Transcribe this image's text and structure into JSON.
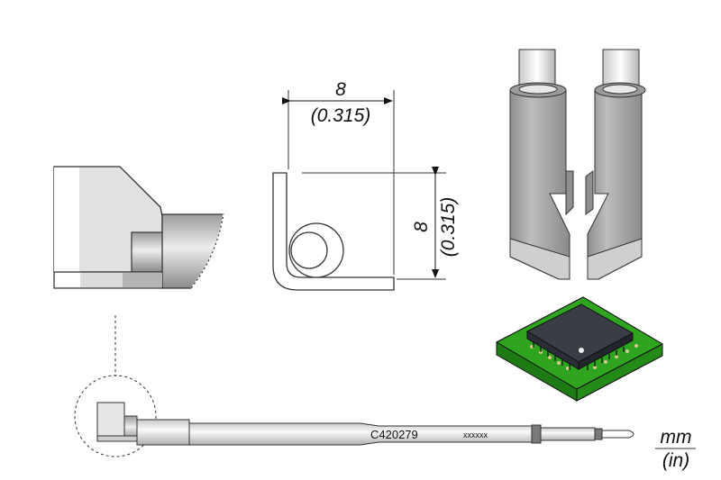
{
  "dimensions": {
    "width_mm": "8",
    "width_in": "(0.315)",
    "height_mm": "8",
    "height_in": "(0.315)"
  },
  "cartridge": {
    "part_number": "C420279",
    "serial": "xxxxxx"
  },
  "units": {
    "top": "mm",
    "bottom": "(in)"
  },
  "colors": {
    "pcb": "#2fa51f",
    "chip": "#2b2e36",
    "metal": "#a9a9a9"
  }
}
